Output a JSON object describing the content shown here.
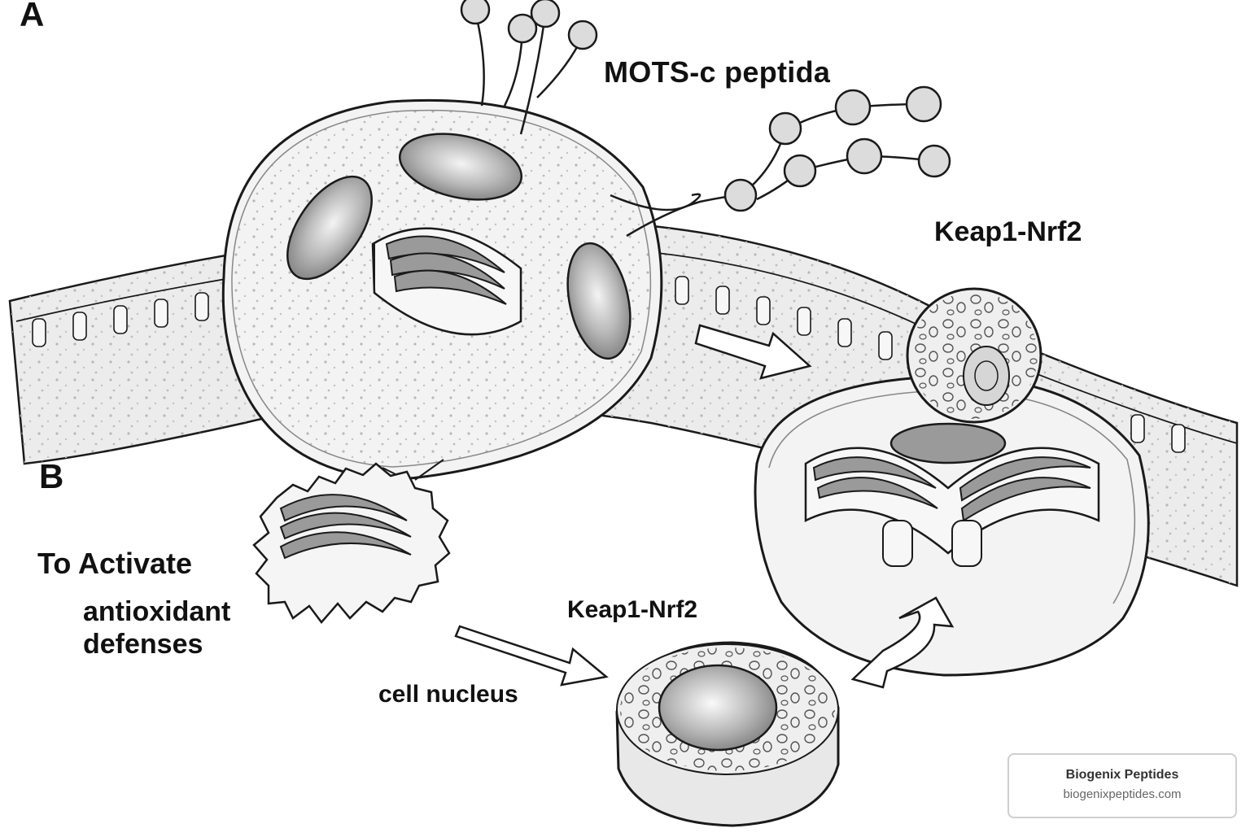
{
  "diagram": {
    "panel_a_label": "A",
    "panel_b_label": "B",
    "peptide_label": "MOTS-c peptida",
    "keap_label_top": "Keap1-Nrf2",
    "keap_label_bottom": "Keap1-Nrf2",
    "activate_label": "To Activate",
    "antioxidant_label": "antioxidant defenses",
    "nucleus_label": "cell nucleus"
  },
  "watermark": {
    "name": "Biogenix Peptides",
    "url": "biogenixpeptides.com"
  },
  "colors": {
    "ink": "#1a1a1a",
    "membrane_fill": "#ececec",
    "cell_fill": "#f1f1f1",
    "organelle_fill": "#9a9a9a",
    "bead_fill": "#dcdcdc"
  }
}
